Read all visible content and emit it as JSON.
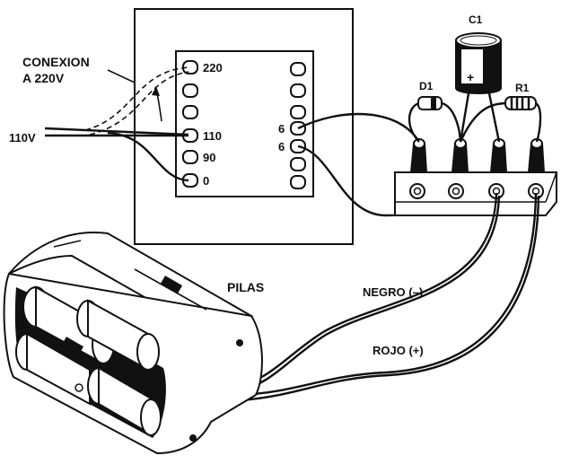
{
  "labels": {
    "conexion_line1": "CONEXION",
    "conexion_line2": "A 220V",
    "v110": "110V",
    "c1": "C1",
    "d1": "D1",
    "r1": "R1",
    "pilas": "PILAS",
    "negro": "NEGRO (–)",
    "rojo": "ROJO (+)"
  },
  "transformer": {
    "primary_taps": [
      "220",
      "110",
      "90",
      "0"
    ],
    "secondary_taps": [
      "6",
      "6"
    ]
  },
  "colors": {
    "ink": "#111111",
    "paper": "#ffffff"
  }
}
